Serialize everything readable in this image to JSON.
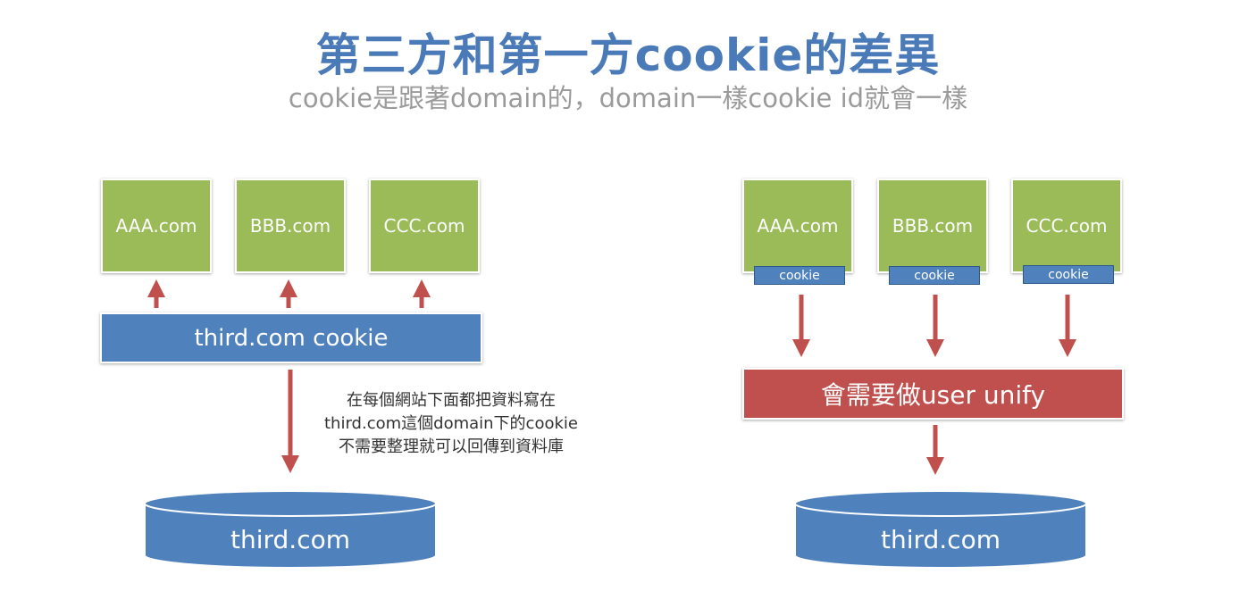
{
  "title": "第三方和第一方cookie的差異",
  "subtitle": "cookie是跟著domain的，domain一樣cookie id就會一樣",
  "colors": {
    "site_green": "#9bbb59",
    "blue": "#4f81bd",
    "red": "#c0504d",
    "title_blue": "#4a7ab8",
    "subtitle_gray": "#9a9a9a"
  },
  "left": {
    "sites": [
      "AAA.com",
      "BBB.com",
      "CCC.com"
    ],
    "cookie_bar": "third.com cookie",
    "note": {
      "line1": "在每個網站下面都把資料寫在",
      "line2": "third.com這個domain下的cookie",
      "line3": "不需要整理就可以回傳到資料庫"
    },
    "database": "third.com"
  },
  "right": {
    "sites": [
      "AAA.com",
      "BBB.com",
      "CCC.com"
    ],
    "cookie_tag": "cookie",
    "unify_bar": "會需要做user unify",
    "database": "third.com"
  }
}
